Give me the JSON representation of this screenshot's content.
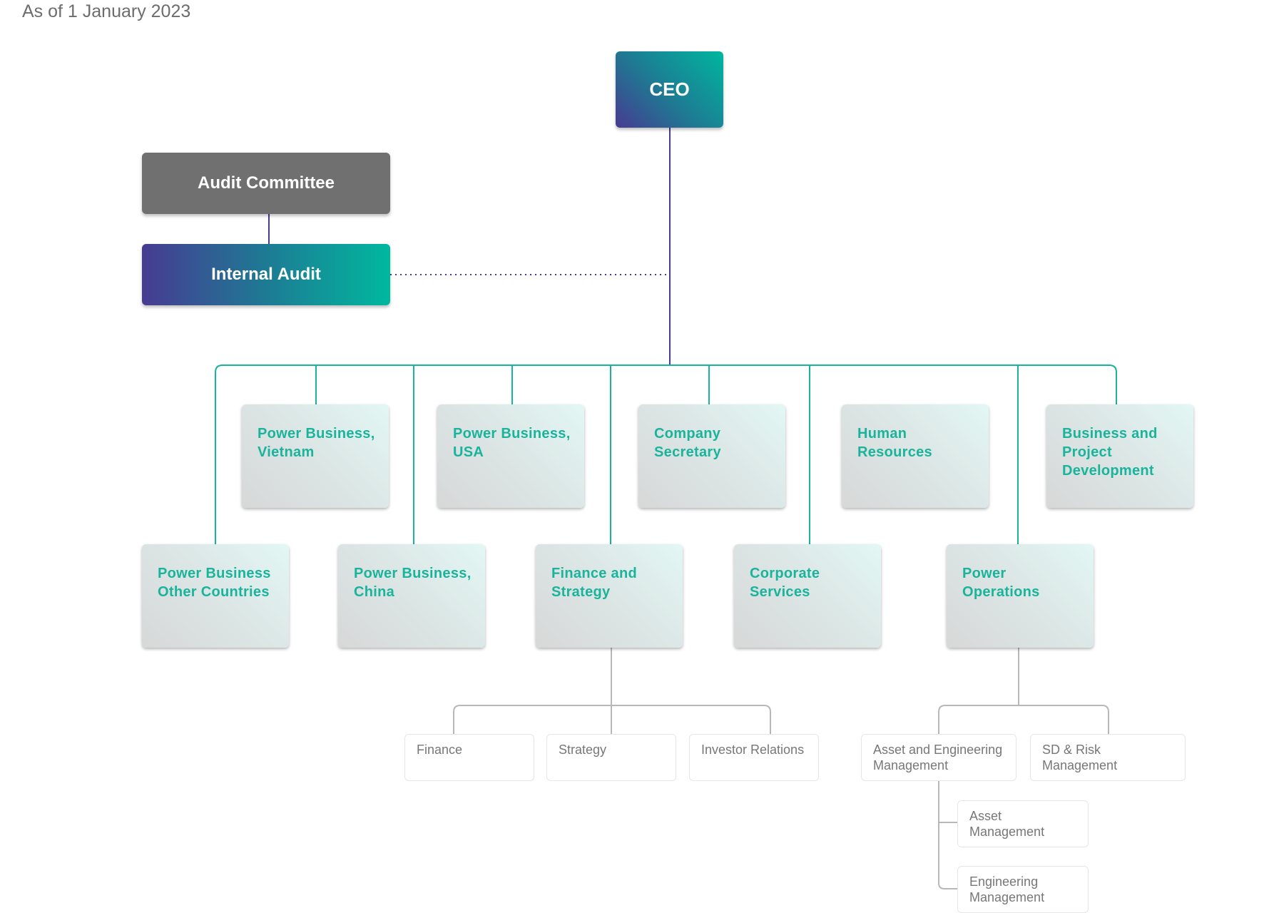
{
  "header": {
    "as_of": "As of 1 January 2023"
  },
  "top": {
    "ceo": "CEO",
    "audit_committee": "Audit Committee",
    "internal_audit": "Internal Audit"
  },
  "departments_row1": [
    "Power Business, Vietnam",
    "Power Business, USA",
    "Company Secretary",
    "Human Resources",
    "Business and Project Development"
  ],
  "departments_row2": [
    "Power Business Other Countries",
    "Power Business, China",
    "Finance and Strategy",
    "Corporate Services",
    "Power Operations"
  ],
  "finance_units": [
    "Finance",
    "Strategy",
    "Investor Relations"
  ],
  "operations_units": [
    "Asset and Engineering Management",
    "SD & Risk Management"
  ],
  "asset_engineering_units": [
    "Asset Management",
    "Engineering Management"
  ],
  "colors": {
    "ceo_line": "#473b92",
    "teal_line": "#1ab39b",
    "grey_line": "#b8b8b8",
    "dept_text": "#1ab39b"
  }
}
